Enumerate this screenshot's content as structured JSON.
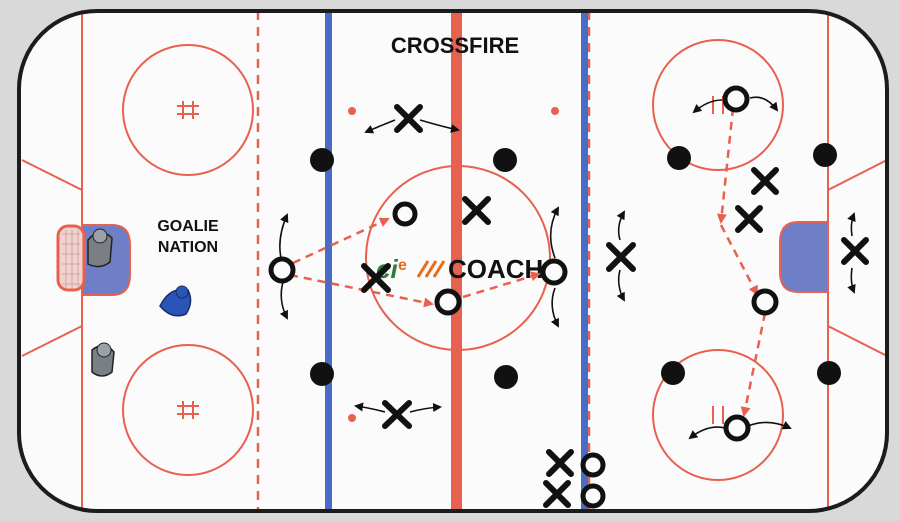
{
  "diagram": {
    "title": "CROSSFIRE",
    "branding": {
      "left_label_line1": "GOALIE",
      "left_label_line2": "NATION",
      "logo_prefix": "e",
      "logo_text": "COACH"
    },
    "colors": {
      "page": "#d9d9da",
      "ice": "#fbfbfb",
      "board": "#1c1c1c",
      "red_line": "#e8604e",
      "blue_line": "#4b6cc4",
      "crease": "#6e7fc8",
      "pass": "#e8604e",
      "player": "#111111",
      "puck": "#111111"
    },
    "notes": [
      "Dashed lines show passes between players",
      "Arrowed curves show player movement",
      "Black dots are pucks"
    ]
  }
}
